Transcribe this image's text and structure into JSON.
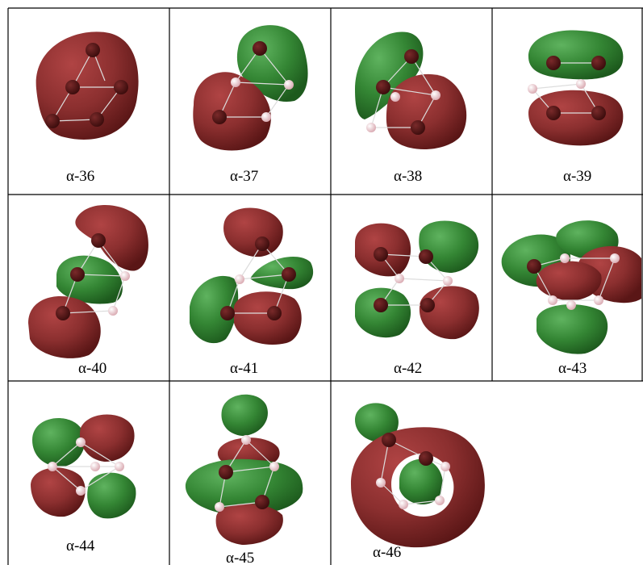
{
  "table": {
    "rows": 3,
    "cols": 4,
    "cells": [
      {
        "label": "α-36",
        "visual": "orb-36"
      },
      {
        "label": "α-37",
        "visual": "orb-37"
      },
      {
        "label": "α-38",
        "visual": "orb-38"
      },
      {
        "label": "α-39",
        "visual": "orb-39"
      },
      {
        "label": "α-40",
        "visual": "orb-40"
      },
      {
        "label": "α-41",
        "visual": "orb-41"
      },
      {
        "label": "α-42",
        "visual": "orb-42"
      },
      {
        "label": "α-43",
        "visual": "orb-43"
      },
      {
        "label": "α-44",
        "visual": "orb-44"
      },
      {
        "label": "α-45",
        "visual": "orb-45"
      },
      {
        "label": "α-46",
        "visual": "orb-46"
      },
      {
        "label": "",
        "visual": "empty"
      }
    ]
  },
  "colors": {
    "negative_lobe": "#8b2f2f",
    "positive_lobe": "#3a8a3a",
    "atom_dark": "#5a1a1a",
    "atom_light": "#f2c9cf",
    "bond": "#d8d8d8",
    "grid_line": "#000000"
  }
}
